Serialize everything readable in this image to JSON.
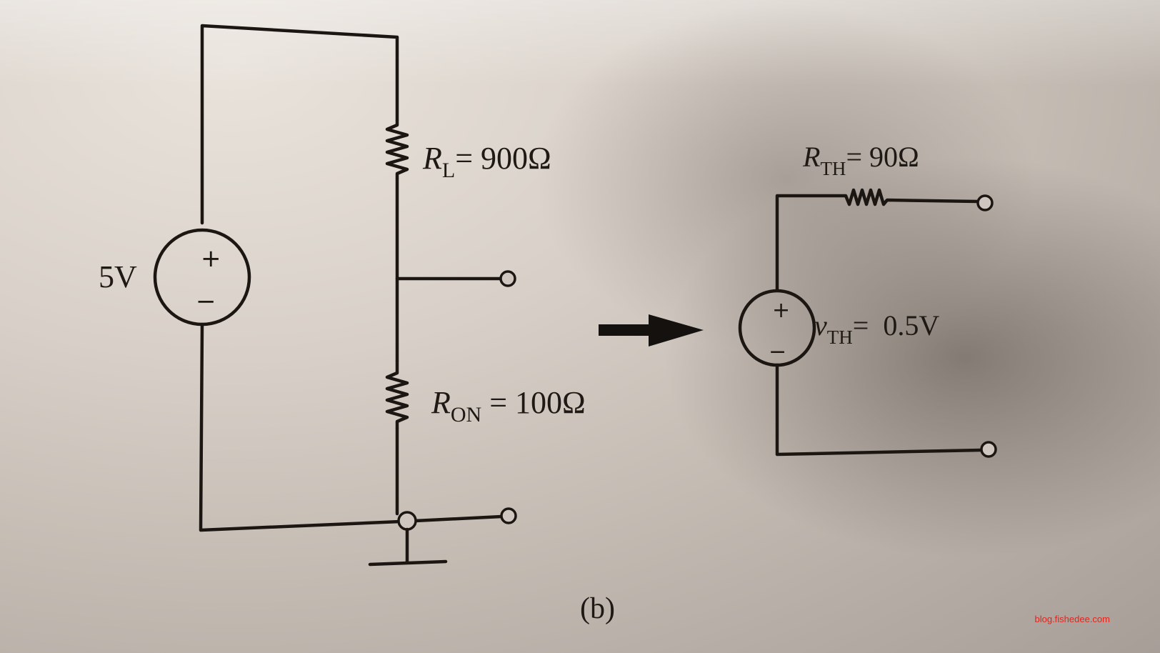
{
  "figure": {
    "caption": "(b)",
    "left_circuit": {
      "source": {
        "label": "5V",
        "plus": "+",
        "minus": "−"
      },
      "resistor_top": {
        "symbol": "R",
        "subscript": "L",
        "value": "= 900Ω"
      },
      "resistor_bottom": {
        "symbol": "R",
        "subscript": "ON",
        "value": "= 100Ω"
      }
    },
    "arrow": "right-arrow",
    "right_circuit": {
      "resistor": {
        "symbol": "R",
        "subscript": "TH",
        "value": "= 90Ω"
      },
      "source": {
        "symbol": "v",
        "subscript": "TH",
        "value": "=  0.5V",
        "plus": "+",
        "minus": "−"
      }
    }
  },
  "watermark": "blog.fishedee.com"
}
